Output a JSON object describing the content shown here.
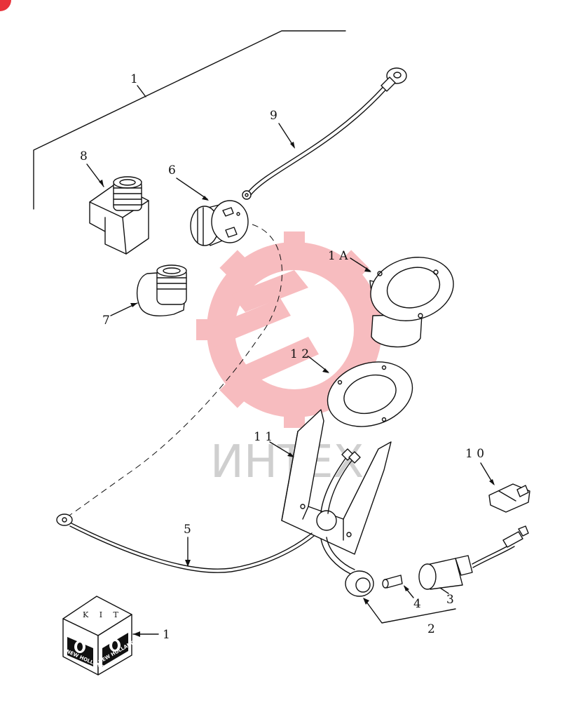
{
  "callouts": {
    "c1_top": "1",
    "c1a": "1 A",
    "c2": "2",
    "c3": "3",
    "c4": "4",
    "c5": "5",
    "c6": "6",
    "c7": "7",
    "c8": "8",
    "c9": "9",
    "c10": "1 0",
    "c11": "1 1",
    "c12": "1 2",
    "c1_kit": "1"
  },
  "kit_box": {
    "label": "K I T",
    "brand_left": "NEW HOLLAND",
    "brand_right": "NEW HOLLAND"
  },
  "watermark": {
    "text": "ИНТЕХ",
    "color": "#e8323a"
  },
  "colors": {
    "ink": "#111111",
    "corner_badge": "#e8323a"
  }
}
